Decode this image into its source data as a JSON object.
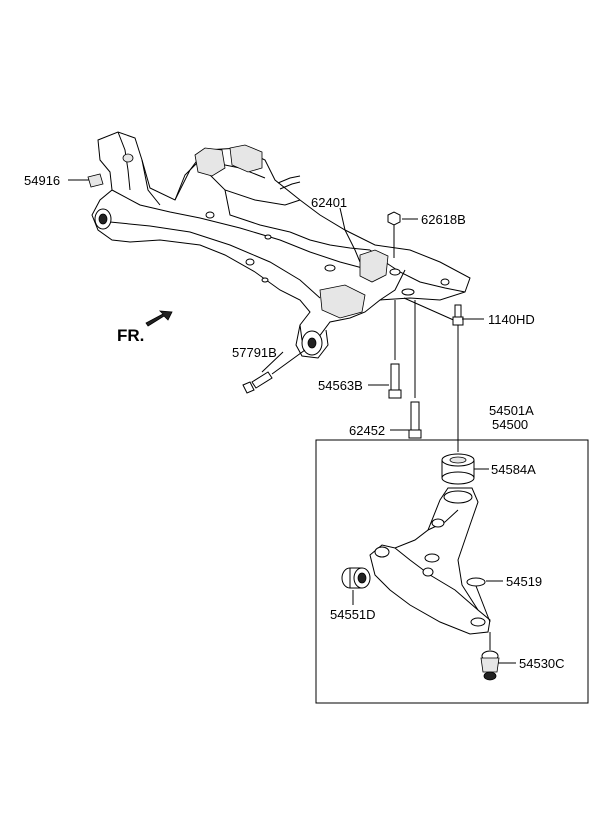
{
  "direction_label": "FR.",
  "labels": {
    "p54916": "54916",
    "p62401": "62401",
    "p62618B": "62618B",
    "p1140HD": "1140HD",
    "p57791B": "57791B",
    "p54563B": "54563B",
    "p62452": "62452",
    "p54501A": "54501A",
    "p54500": "54500",
    "p54584A": "54584A",
    "p54519": "54519",
    "p54551D": "54551D",
    "p54530C": "54530C"
  },
  "colors": {
    "line": "#000000",
    "background": "#ffffff",
    "shade": "#e6e6e6"
  }
}
